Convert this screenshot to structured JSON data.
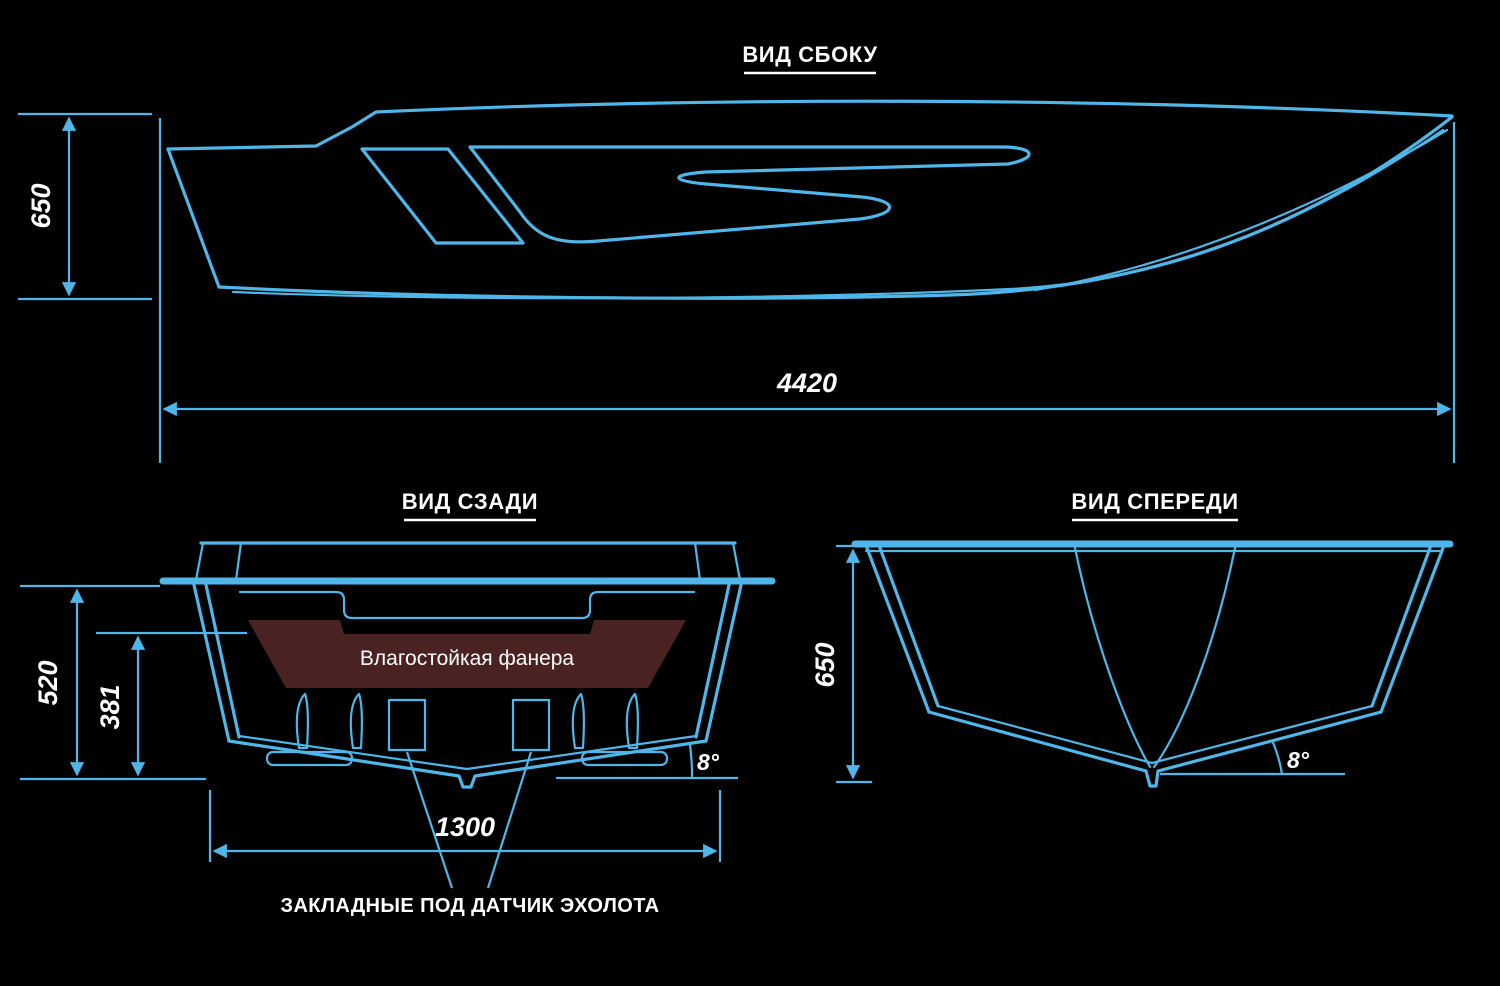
{
  "colors": {
    "background": "#000000",
    "line": "#4fb6e9",
    "text": "#ffffff",
    "plywood": "#4a2222"
  },
  "side_view": {
    "title": "ВИД СБОКУ",
    "height_label": "650",
    "length_label": "4420"
  },
  "rear_view": {
    "title": "ВИД СЗАДИ",
    "height_label": "520",
    "inner_height_label": "381",
    "width_label": "1300",
    "angle_label": "8°",
    "plywood_label": "Влагостойкая фанера",
    "callout_label": "ЗАКЛАДНЫЕ ПОД ДАТЧИК ЭХОЛОТА"
  },
  "front_view": {
    "title": "ВИД СПЕРЕДИ",
    "height_label": "650",
    "angle_label": "8°"
  }
}
